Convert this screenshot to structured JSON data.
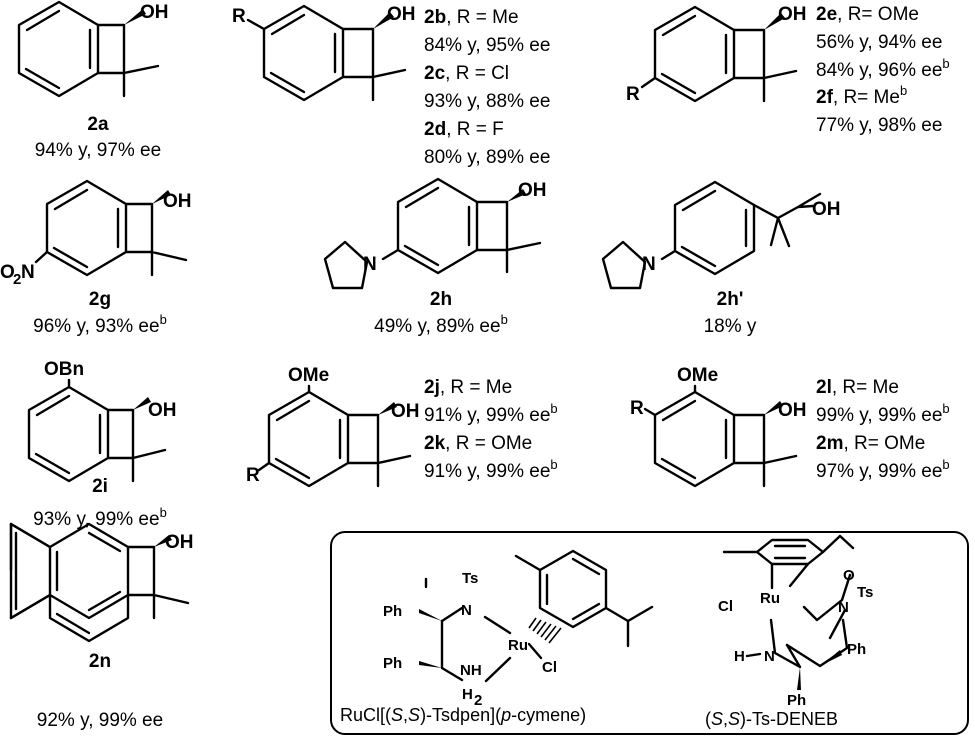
{
  "entries": [
    {
      "id": "2a",
      "lines": [
        {
          "text": "94% y, 97% ee",
          "sup": ""
        }
      ]
    },
    {
      "id": "2b",
      "lines": [
        {
          "compound": "2b",
          "text": ", R = Me",
          "sup": ""
        },
        {
          "text": "84% y, 95% ee",
          "sup": ""
        },
        {
          "compound": "2c",
          "text": ", R = Cl",
          "sup": ""
        },
        {
          "text": "93% y, 88% ee",
          "sup": ""
        },
        {
          "compound": "2d",
          "text": ", R = F",
          "sup": ""
        },
        {
          "text": "80% y, 89% ee",
          "sup": ""
        }
      ]
    },
    {
      "id": "2e",
      "lines": [
        {
          "compound": "2e",
          "text": ", R= OMe",
          "sup": ""
        },
        {
          "text": "56% y, 94% ee",
          "sup": ""
        },
        {
          "text": "84% y, 96% ee",
          "sup": "b"
        },
        {
          "compound": "2f",
          "text": ", R= Me",
          "sup": "b"
        },
        {
          "text": "77% y, 98% ee",
          "sup": ""
        }
      ]
    },
    {
      "id": "2g",
      "lines": [
        {
          "text": "96% y, 93% ee",
          "sup": "b"
        }
      ]
    },
    {
      "id": "2h",
      "lines": [
        {
          "text": "49% y, 89% ee",
          "sup": "b"
        }
      ]
    },
    {
      "id": "2h'",
      "lines": [
        {
          "text": "18% y",
          "sup": ""
        }
      ]
    },
    {
      "id": "2i",
      "lines": [
        {
          "text": "93% y, 99% ee",
          "sup": "b"
        }
      ]
    },
    {
      "id": "2j",
      "lines": [
        {
          "compound": "2j",
          "text": ", R = Me",
          "sup": ""
        },
        {
          "text": "91% y, 99% ee",
          "sup": "b"
        },
        {
          "compound": "2k",
          "text": ", R = OMe",
          "sup": ""
        },
        {
          "text": "91% y, 99% ee",
          "sup": "b"
        }
      ]
    },
    {
      "id": "2l",
      "lines": [
        {
          "compound": "2l",
          "text": ", R= Me",
          "sup": ""
        },
        {
          "text": "99% y, 99% ee",
          "sup": "b"
        },
        {
          "compound": "2m",
          "text": ", R= OMe",
          "sup": ""
        },
        {
          "text": "97% y, 99% ee",
          "sup": "b"
        }
      ]
    },
    {
      "id": "2n",
      "lines": [
        {
          "text": "92% y, 99% ee",
          "sup": ""
        }
      ]
    }
  ],
  "compound_labels": {
    "c2a": "2a",
    "c2g": "2g",
    "c2h": "2h",
    "c2hp": "2h'",
    "c2i": "2i",
    "c2n": "2n"
  },
  "atoms": {
    "oh": "OH",
    "r": "R",
    "ome": "OMe",
    "obn": "OBn",
    "o2n_o": "O",
    "o2n_2": "2",
    "o2n_n": "N",
    "n": "N",
    "ts": "Ts",
    "ph": "Ph",
    "ru": "Ru",
    "cl": "Cl",
    "nh": "NH",
    "h": "H",
    "h2_h": "H",
    "h2_2": "2",
    "o": "O"
  },
  "catalysts": {
    "cat1_prefix": "RuCl[(",
    "cat1_s1": "S",
    "cat1_comma": ",",
    "cat1_s2": "S",
    "cat1_mid": ")-Tsdpen](",
    "cat1_p": "p",
    "cat1_end": "-cymene)",
    "cat2_open": "(",
    "cat2_s1": "S",
    "cat2_comma": ",",
    "cat2_s2": "S",
    "cat2_end": ")-Ts-DENEB"
  }
}
